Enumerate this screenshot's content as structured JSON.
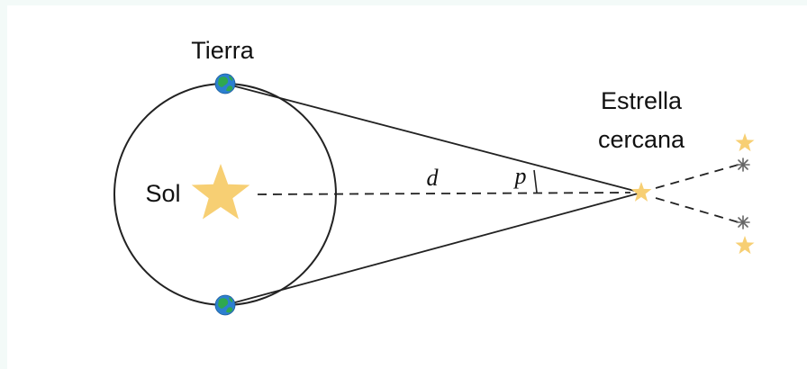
{
  "labels": {
    "earth": "Tierra",
    "sun": "Sol",
    "star_line1": "Estrella",
    "star_line2": "cercana",
    "distance": "d",
    "parallax": "p"
  },
  "colors": {
    "star": "#f7cf73",
    "line": "#222222",
    "earth_ocean": "#2c7fd0",
    "earth_land": "#2fa84f",
    "background_star": "#666666"
  },
  "icons": {
    "sun": "sun-star-icon",
    "earth": "earth-globe-icon",
    "nearby_star": "nearby-star-icon",
    "distant_star": "distant-star-icon"
  }
}
